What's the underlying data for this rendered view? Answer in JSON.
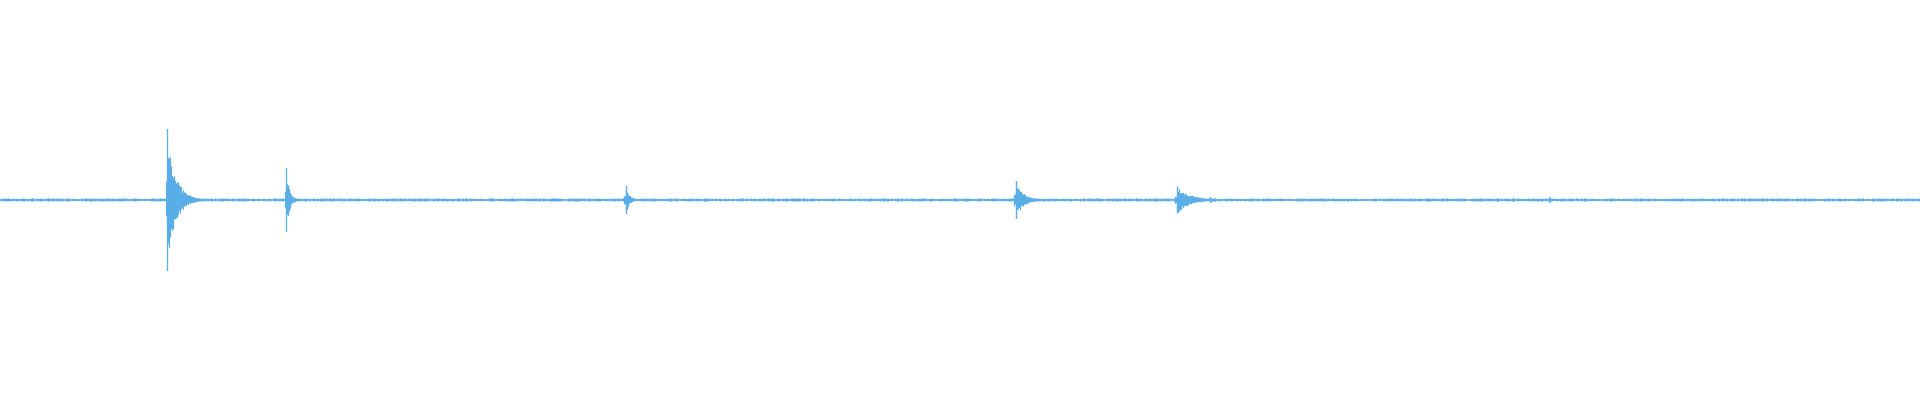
{
  "chart_data": {
    "type": "line",
    "title": "",
    "xlabel": "",
    "ylabel": "",
    "ylim": [
      -1,
      1
    ],
    "xlim": [
      0,
      1000
    ],
    "grid": false,
    "color": "#5aaee8",
    "baseline_noise": 0.01,
    "peaks": [
      {
        "x": 87,
        "amplitude": 0.71,
        "decay": 8
      },
      {
        "x": 149,
        "amplitude": 0.32,
        "decay": 3
      },
      {
        "x": 326,
        "amplitude": 0.14,
        "decay": 3
      },
      {
        "x": 529,
        "amplitude": 0.19,
        "decay": 7
      },
      {
        "x": 613,
        "amplitude": 0.13,
        "decay": 12
      },
      {
        "x": 630,
        "amplitude": 0.03,
        "decay": 2
      },
      {
        "x": 807,
        "amplitude": 0.03,
        "decay": 2
      }
    ]
  }
}
